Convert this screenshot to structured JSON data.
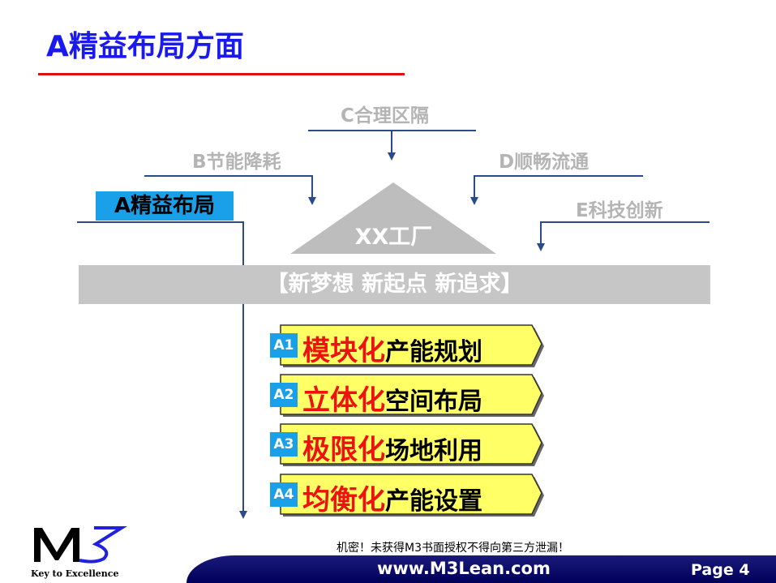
{
  "title": "A精益布局方面",
  "diagram": {
    "c": "C合理区隔",
    "b": "B节能降耗",
    "d": "D顺畅流通",
    "e": "E科技创新",
    "a": "A精益布局",
    "factory": "XX工厂",
    "slogan": "【新梦想  新起点  新追求】"
  },
  "items": [
    {
      "badge": "A1",
      "red": "模块化",
      "black": "产能规划"
    },
    {
      "badge": "A2",
      "red": "立体化",
      "black": "空间布局"
    },
    {
      "badge": "A3",
      "red": "极限化",
      "black": "场地利用"
    },
    {
      "badge": "A4",
      "red": "均衡化",
      "black": "产能设置"
    }
  ],
  "footer": {
    "logo": "M3",
    "tagline": "Key to Excellence",
    "confidential": "机密！未获得M3书面授权不得向第三方泄漏！",
    "url": "www.M3Lean.com",
    "page": "Page 4"
  },
  "colors": {
    "title": "#1a1aee",
    "accent": "#1aa0e8",
    "highlight": "#ffff66",
    "red": "#ee1111"
  }
}
